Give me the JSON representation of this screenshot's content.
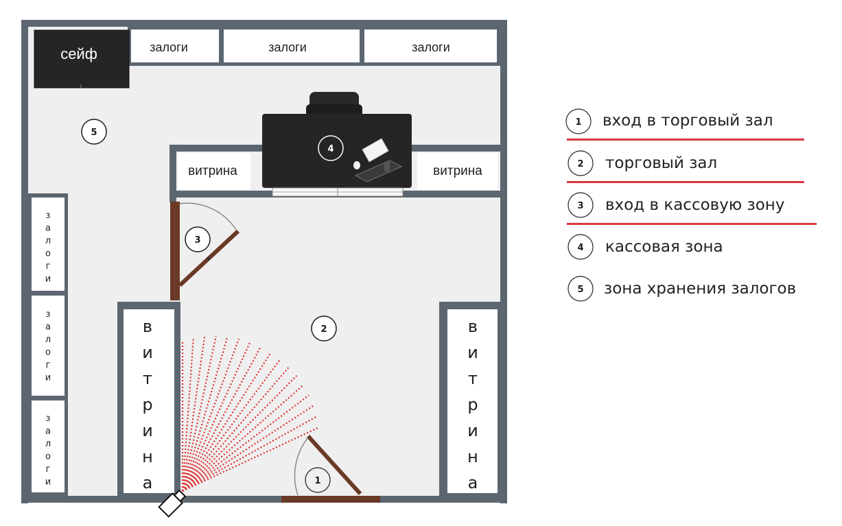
{
  "labels": {
    "safe": "сейф",
    "pledges": "залоги",
    "showcase": "витрина",
    "pledges_vertical": [
      "з",
      "а",
      "л",
      "о",
      "г",
      "и"
    ],
    "showcase_vertical": [
      "в",
      "и",
      "т",
      "р",
      "и",
      "н",
      "а"
    ]
  },
  "markers": [
    "1",
    "2",
    "3",
    "4",
    "5"
  ],
  "legend": [
    {
      "num": "1",
      "text": "вход в торговый зал"
    },
    {
      "num": "2",
      "text": "торговый зал"
    },
    {
      "num": "3",
      "text": "вход в кассовую зону"
    },
    {
      "num": "4",
      "text": "кассовая зона"
    },
    {
      "num": "5",
      "text": "зона хранения залогов"
    }
  ],
  "colors": {
    "floor": "#efefef",
    "wall": "#5c6670",
    "furniture": "#262424",
    "door": "#6a3a26",
    "legend_line": "#d9363e",
    "camera_ray": "#e22c2c"
  }
}
